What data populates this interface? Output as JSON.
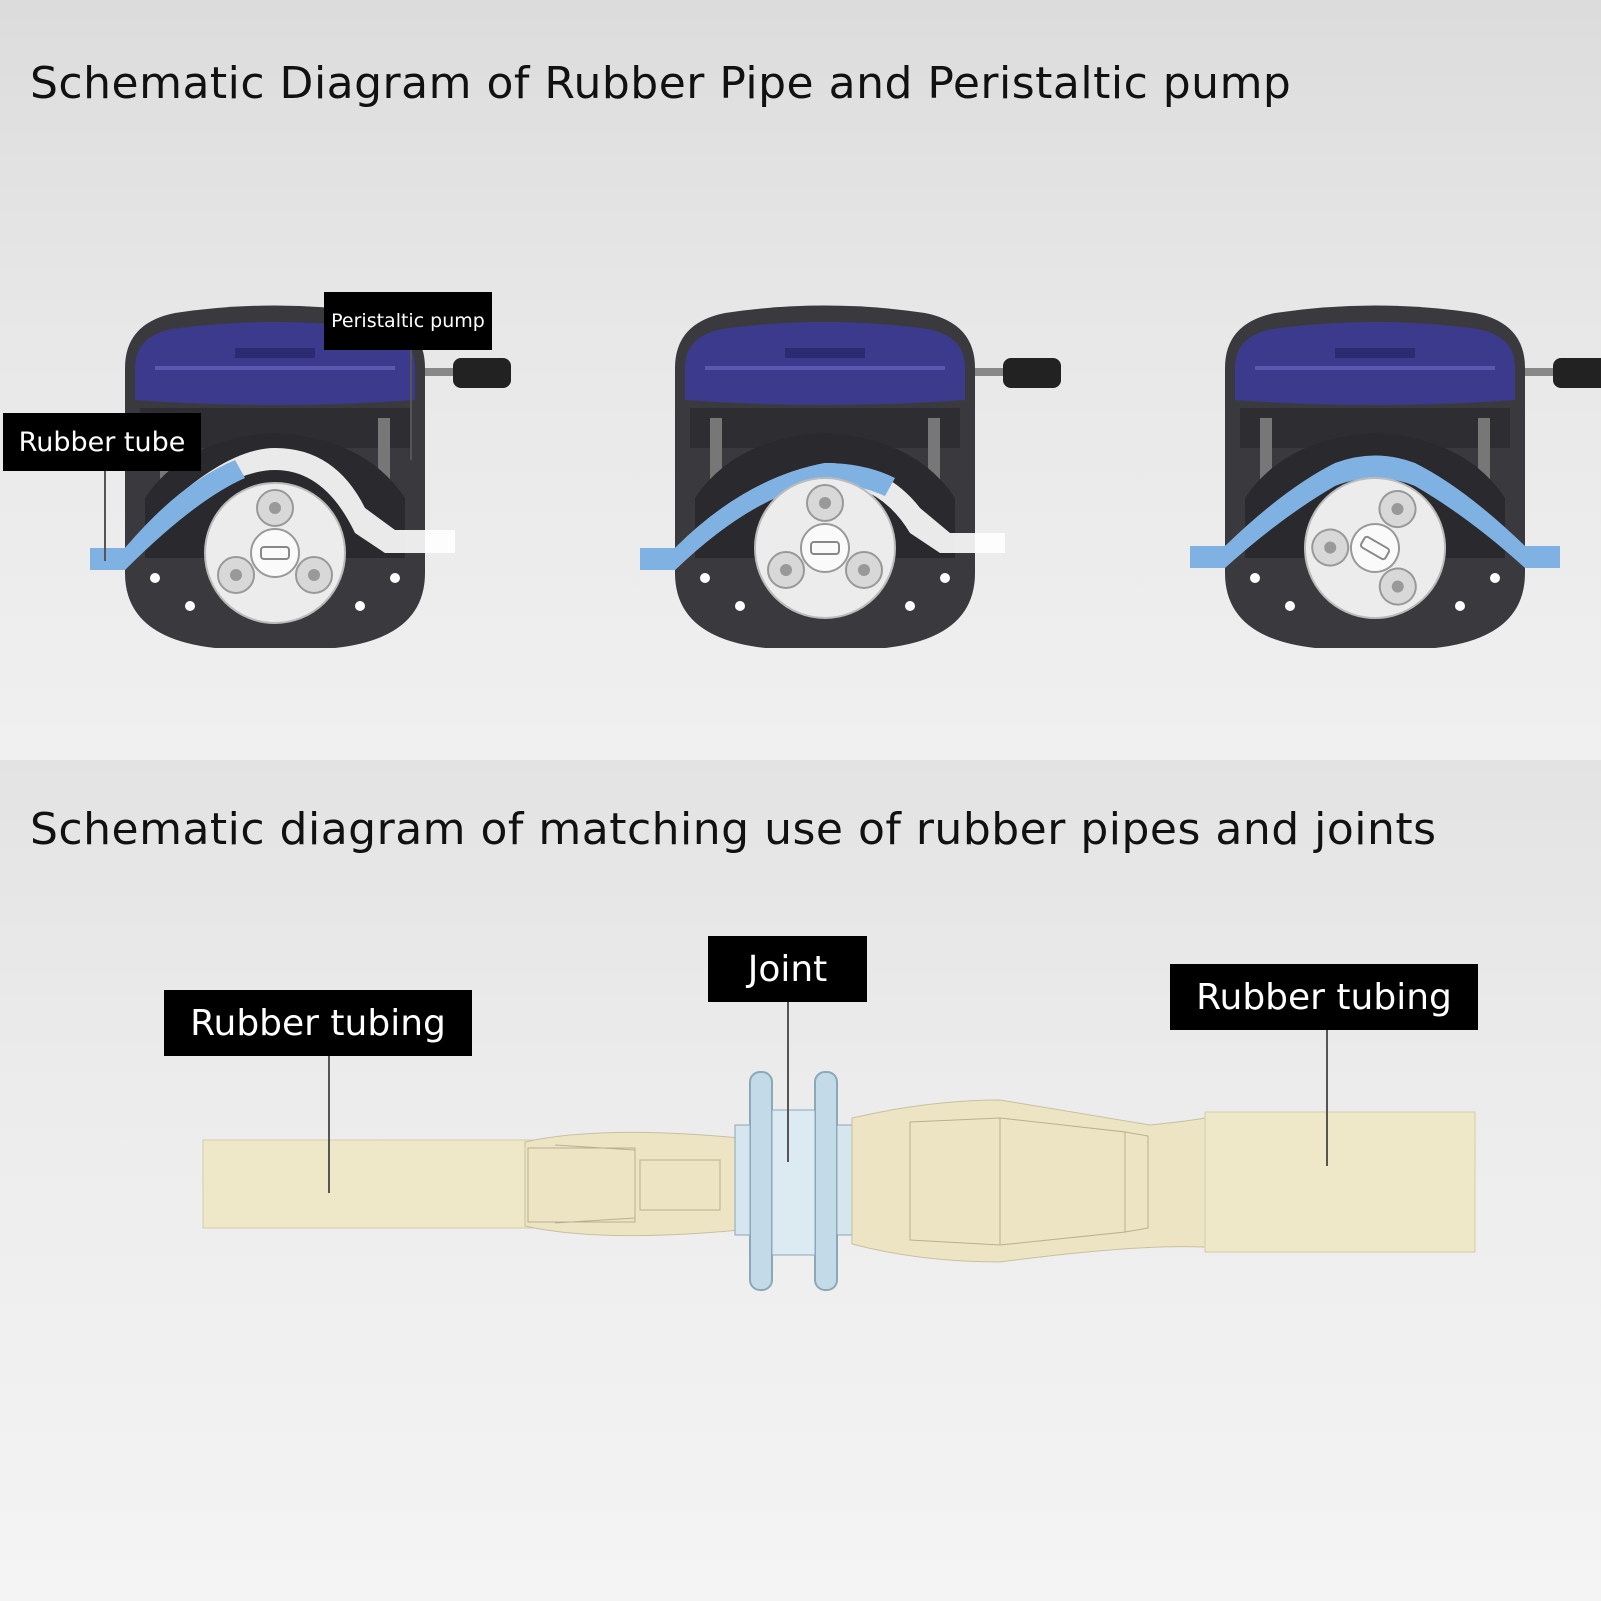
{
  "section_pump": {
    "title": "Schematic Diagram of Rubber Pipe and Peristaltic pump",
    "labels": {
      "peristaltic_pump": "Peristaltic pump",
      "rubber_tube": "Rubber tube"
    }
  },
  "section_joint": {
    "title": "Schematic diagram of matching use of rubber pipes and joints",
    "labels": {
      "rubber_tubing_left": "Rubber tubing",
      "joint": "Joint",
      "rubber_tubing_right": "Rubber tubing"
    }
  },
  "colors": {
    "pump_body": "#3a3a3e",
    "pump_cover": "#3c3a8c",
    "rotor": "#eeeeee",
    "tube_blue": "#7fb2e2",
    "tubing_beige": "#efe8c8",
    "joint_blue": "#c3dbe8"
  }
}
